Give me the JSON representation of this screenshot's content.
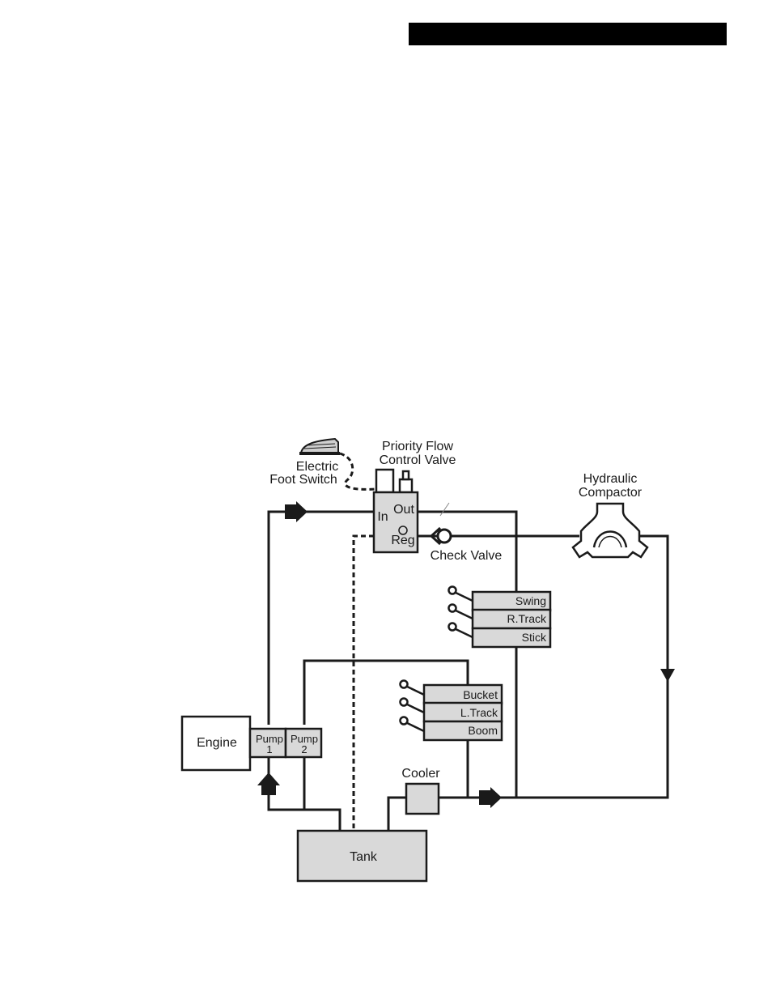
{
  "labels": {
    "electric_foot_switch": [
      "Electric",
      "Foot Switch"
    ],
    "priority_flow_control_valve": [
      "Priority Flow",
      "Control Valve"
    ],
    "hydraulic_compactor": [
      "Hydraulic",
      "Compactor"
    ],
    "check_valve": "Check Valve",
    "port_in": "In",
    "port_out": "Out",
    "port_reg": "Reg",
    "engine": "Engine",
    "pump_1": [
      "Pump",
      "1"
    ],
    "pump_2": [
      "Pump",
      "2"
    ],
    "cooler": "Cooler",
    "tank": "Tank"
  },
  "valve_bank_upper": [
    "Swing",
    "R.Track",
    "Stick"
  ],
  "valve_bank_lower": [
    "Bucket",
    "L.Track",
    "Boom"
  ],
  "colors": {
    "box_fill": "#d9d9d9",
    "line": "#1a1a1a",
    "background": "#ffffff"
  }
}
